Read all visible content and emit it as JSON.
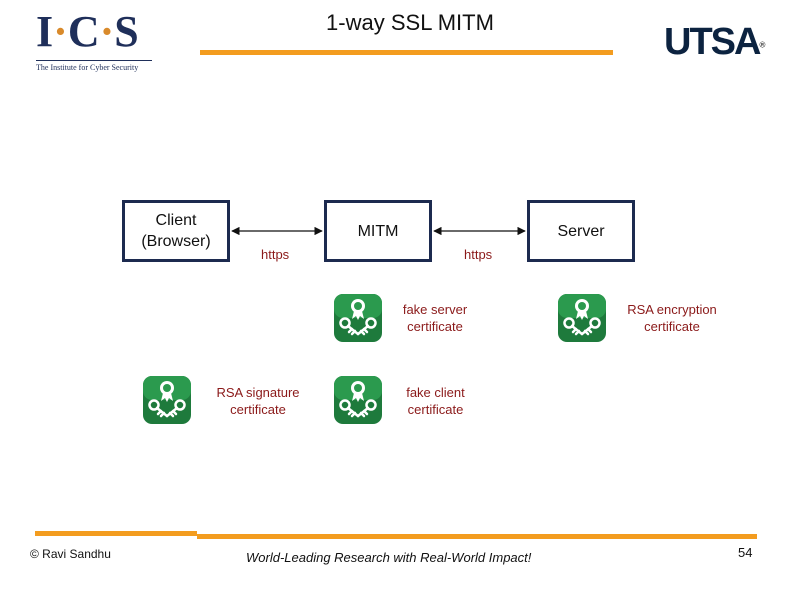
{
  "header": {
    "title": "1-way SSL MITM",
    "ics_letter_1": "I",
    "ics_letter_2": "C",
    "ics_letter_3": "S",
    "ics_dot": "·",
    "ics_subtitle": "The Institute for Cyber Security",
    "utsa_text": "UTSA",
    "utsa_reg": "®"
  },
  "diagram": {
    "client_label": "Client\n(Browser)",
    "mitm_label": "MITM",
    "server_label": "Server",
    "link_left_label": "https",
    "link_right_label": "https",
    "certs": [
      {
        "line1": "fake server",
        "line2": "certificate"
      },
      {
        "line1": "RSA encryption",
        "line2": "certificate"
      },
      {
        "line1": "RSA signature",
        "line2": "certificate"
      },
      {
        "line1": "fake client",
        "line2": "certificate"
      }
    ],
    "icon": "certificate-keys-icon"
  },
  "footer": {
    "author": "© Ravi Sandhu",
    "slogan": "World-Leading Research with Real-World Impact!",
    "page_number": "54"
  },
  "colors": {
    "accent_bar": "#f39c1f",
    "box_border": "#1c2a4f",
    "cert_label": "#8b1a1a",
    "icon_green": "#1e7a3c"
  }
}
